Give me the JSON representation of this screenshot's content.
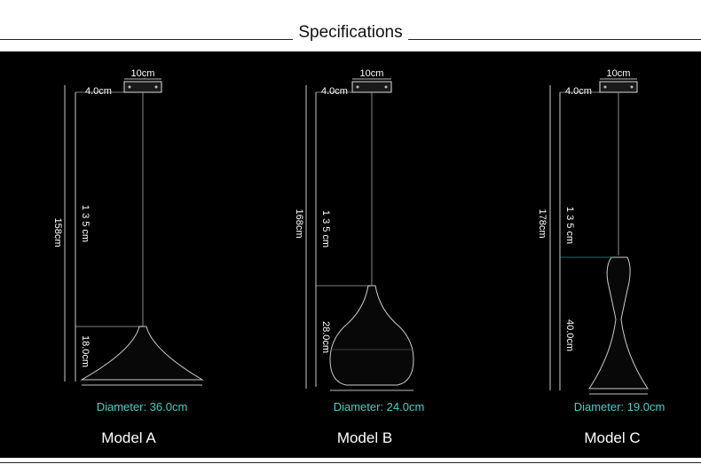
{
  "header": {
    "title": "Specifications"
  },
  "models": [
    {
      "name": "Model A",
      "diameter": "Diameter: 36.0cm",
      "canopy_width": "10cm",
      "canopy_height": "4.0cm",
      "total_height": "158cm",
      "cord_length": "1 3 5 cm",
      "shade_height": "18.0cm"
    },
    {
      "name": "Model B",
      "diameter": "Diameter: 24.0cm",
      "canopy_width": "10cm",
      "canopy_height": "4.0cm",
      "total_height": "168cm",
      "cord_length": "1 3 5 cm",
      "shade_height": "28.0cm"
    },
    {
      "name": "Model C",
      "diameter": "Diameter: 19.0cm",
      "canopy_width": "10cm",
      "canopy_height": "4.0cm",
      "total_height": "178cm",
      "cord_length": "1 3 5 cm",
      "shade_height": "40.0cm"
    }
  ],
  "colors": {
    "background": "#000000",
    "header": "#ffffff",
    "diameter_text": "#3fd1c4",
    "lines": "#ffffff"
  }
}
